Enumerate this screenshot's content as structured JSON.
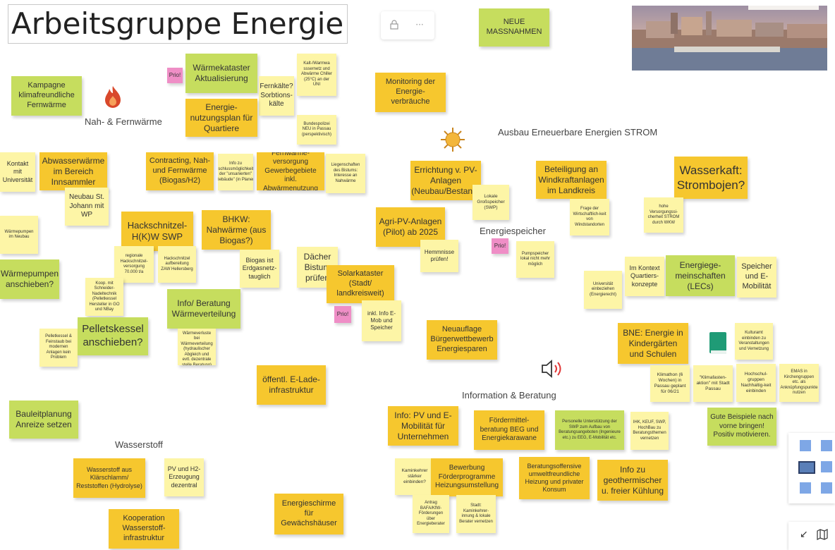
{
  "board": {
    "title": "Arbeitsgruppe Energie",
    "toolbar_lock": "lock",
    "toolbar_more": "···"
  },
  "section_labels": {
    "nah_fern": "Nah- & Fernwärme",
    "ausbau_strom": "Ausbau Erneuerbare Energien STROM",
    "energiespeicher": "Energiespeicher",
    "info_beratung": "Information & Beratung",
    "wasserstoff": "Wasserstoff"
  },
  "notes": {
    "neue_massnahmen": "NEUE MASSNAHMEN",
    "kampagne": "Kampagne klimafreundliche Fernwärme",
    "prio1": "Prio!",
    "waermekataster": "Wärmekataster Aktualisierung",
    "fernkaelte": "Fernkälte? Sorbtions-kälte",
    "kalt_warmwa": "Kalt-/Warmwa sssernetz und Abwärme Chiller (25°C) an der UNI",
    "energienutzungsplan": "Energie-nutzungsplan für Quartiere",
    "monitoring": "Monitoring der Energie-verbräuche",
    "bundespolizei": "Bundespolizei NEU in Passau (perspektivisch)",
    "kontakt_uni": "Kontakt mit Universität",
    "abwasserwaerme": "Abwasserwärme im Bereich Innsammler",
    "contracting": "Contracting, Nah- und Fernwärme (Biogas/H2)",
    "info_anschluss": "Info zu Anschlussmöglichkeiten der \"unsanierten\" Gebäude\" (in Planer)",
    "fernwaerme_gewerbe": "Fernwärme-versorgung Gewerbegebiete inkl. Abwärmenutzung",
    "liegenschaften": "Liegenschaften des Bistums: Interesse an Nahwärme",
    "neubau_johann": "Neubau St. Johann mit WP",
    "pv_anlagen": "Errichtung v. PV-Anlagen (Neubau/Bestand)",
    "windkraft": "Beteiligung an Windkraftanlagen im Landkreis",
    "wasserkraft": "Wasserkaft: Strombojen?",
    "lokale_speicher": "Lokale Großspeicher (SWP)",
    "frage_wind": "Frage der Wirtschaftlich-keit von Windstandorten",
    "versorgung": "hohe Versorgungssi-cherheit STROM durch WKW",
    "waermepumpen_neubau": "Wärmepumpen im Neubau",
    "hackschnitzel": "Hackschnitzel-H(K)W SWP",
    "bhkw": "BHKW: Nahwärme (aus Biogas?)",
    "agri_pv": "Agri-PV-Anlagen (Pilot) ab 2025",
    "prio_speicher": "Prio!",
    "hemmnisse": "Hemmnisse prüfen!",
    "pumpspeicher": "Pumpspeicher lokal nicht mehr möglich",
    "regionale_hack": "regionale Hackschnitzel-versorgung 70.000 t/a",
    "hack_aufbereitung": "Hackschnitzel aufbereitung ZAW Hellersberg",
    "biogas": "Biogas ist Erdgasnetz-tauglich",
    "daecher": "Dächer Bistum prüfen",
    "solarkataster": "Solarkataster (Stadt/ landkreisweit)",
    "waermepumpen_anschieben": "Wärmepumpen anschieben?",
    "koop_schneider": "Koop. mit Schneider-Nadeltechnik (Pelletkessel Hersteller in GO und NBay",
    "info_beratung_note": "Info/ Beratung Wärmeverteilung",
    "prio_solar": "Prio!",
    "info_emob": "inkl. Info E-Mob und Speicher",
    "uni_einbeziehen": "Universität einbeziehen (Energierecht)",
    "quartierskonzepte": "Im Kontext Quartiers-konzepte",
    "energiegemeinschaften": "Energiege-meinschaften (LECs)",
    "speicher_emob": "Speicher und E-Mobilität",
    "pelletskessel_feinstaub": "Pelletkessel & Feinstaub bei modernen Anlagen kein Problem",
    "pelletskessel": "Pelletskessel anschieben?",
    "hohe_waermeverluste": "hohe Wärmeverluste bei Wärmeverteilung (hydraulischer Abgleich und evtl. dezentrale stelle Beratung)",
    "buergerwettbewerb": "Neuauflage Bürgerwettbewerb Energiesparen",
    "bne": "BNE: Energie in Kindergärten und Schulen",
    "kulturamt": "Kulturamt einbinden zu Veranstaltungen und Vernetzung",
    "e_lade": "öffentl. E-Lade-infrastruktur",
    "klimathon": "Klimathon (6 Wochen) in Passau geplant für 06/21",
    "klimafasten": "\"Klimafasten-aktion\" mit Stadt Passau",
    "hochschulgruppen": "Hochschul-gruppen Nachhaltig-keit einbinden",
    "emas": "EMAS in Kirchengruppen etc. als Anknüpfungspunkte nutzen",
    "bauleitplanung": "Bauleitplanung Anreize setzen",
    "info_pv_emob": "Info: PV und E-Mobilität für Unternehmen",
    "foerdermittel": "Fördermittel-beratung BEG und Energiekarawane",
    "personelle": "Personelle Unterstützung der SWP zum Aufbau von Beratungsangeboten (Ingenieure etc.) zu EEG, E-Mobilität etc.",
    "ihk": "IHK, KEUF, SWP, HochBau zu Beratungsthemen vernetzen",
    "gute_beispiele": "Gute Beispiele nach vorne bringen! Positiv motivieren.",
    "wasserstoff_klaer": "Wasserstoff aus Klärschlamm/ Reststoffen (Hydrolyse)",
    "pv_h2": "PV und H2-Erzeugung dezentral",
    "kaminkehrer": "Kaminkehrer stärker einbinden?",
    "bewerbung": "Bewerbung Förderprogramme Heizungsumstellung",
    "beratungsoffensive": "Beratungsoffensive umweltfreundliche Heizung und privater Konsum",
    "geothermie": "Info zu geothermischer u. freier Kühlung",
    "antrag_bafa": "Antrag BAFA/KfW-Förderungen über Energieberater",
    "stadt_kaminkehrer": "Stadt: Kaminkehrer-innung & lokale Berater vernetzen",
    "energieschirme": "Energieschirme für Gewächshäuser",
    "kooperation_h2": "Kooperation Wasserstoff-infrastruktur"
  },
  "controls": {
    "minimize": "↙",
    "map": "map"
  },
  "colors": {
    "yellow": "#f6c72e",
    "light_yellow": "#fdf5a6",
    "green": "#c6dd5e",
    "pink": "#ef8ec6"
  }
}
